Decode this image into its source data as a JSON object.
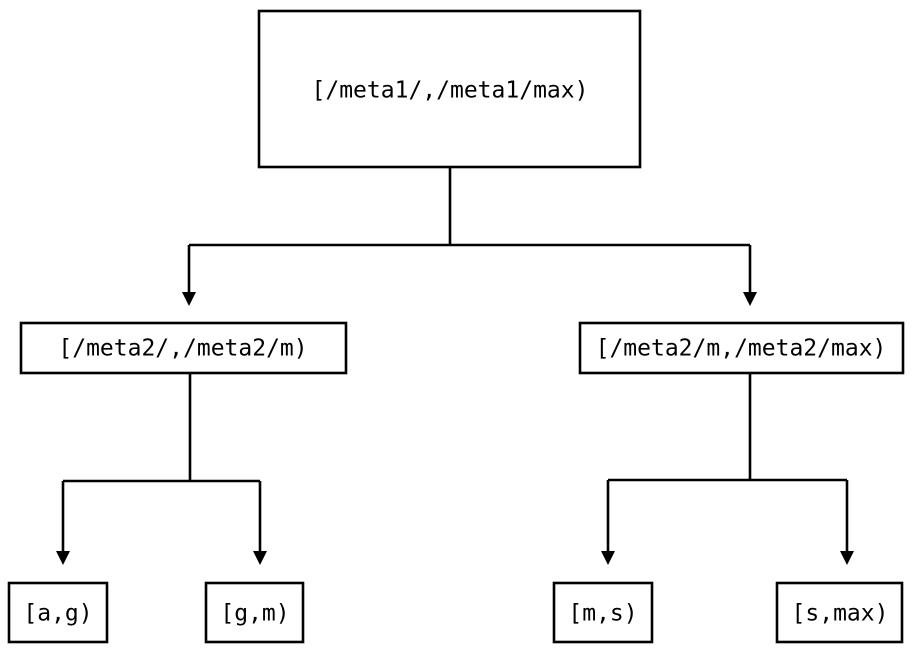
{
  "diagram": {
    "type": "tree",
    "title": "",
    "background_color": "#ffffff",
    "line_color": "#000000",
    "text_color": "#000000",
    "nodes": {
      "root": {
        "label": "[/meta1/,/meta1/max)",
        "level": 0
      },
      "mid_left": {
        "label": "[/meta2/,/meta2/m)",
        "level": 1
      },
      "mid_right": {
        "label": "[/meta2/m,/meta2/max)",
        "level": 1
      },
      "leaf_1": {
        "label": "[a,g)",
        "level": 2
      },
      "leaf_2": {
        "label": "[g,m)",
        "level": 2
      },
      "leaf_3": {
        "label": "[m,s)",
        "level": 2
      },
      "leaf_4": {
        "label": "[s,max)",
        "level": 2
      }
    },
    "edges": [
      {
        "from": "root",
        "to": "mid_left",
        "arrow": "down-triangle"
      },
      {
        "from": "root",
        "to": "mid_right",
        "arrow": "down-triangle"
      },
      {
        "from": "mid_left",
        "to": "leaf_1",
        "arrow": "down-triangle"
      },
      {
        "from": "mid_left",
        "to": "leaf_2",
        "arrow": "down-triangle"
      },
      {
        "from": "mid_right",
        "to": "leaf_3",
        "arrow": "down-triangle"
      },
      {
        "from": "mid_right",
        "to": "leaf_4",
        "arrow": "down-triangle"
      }
    ]
  }
}
